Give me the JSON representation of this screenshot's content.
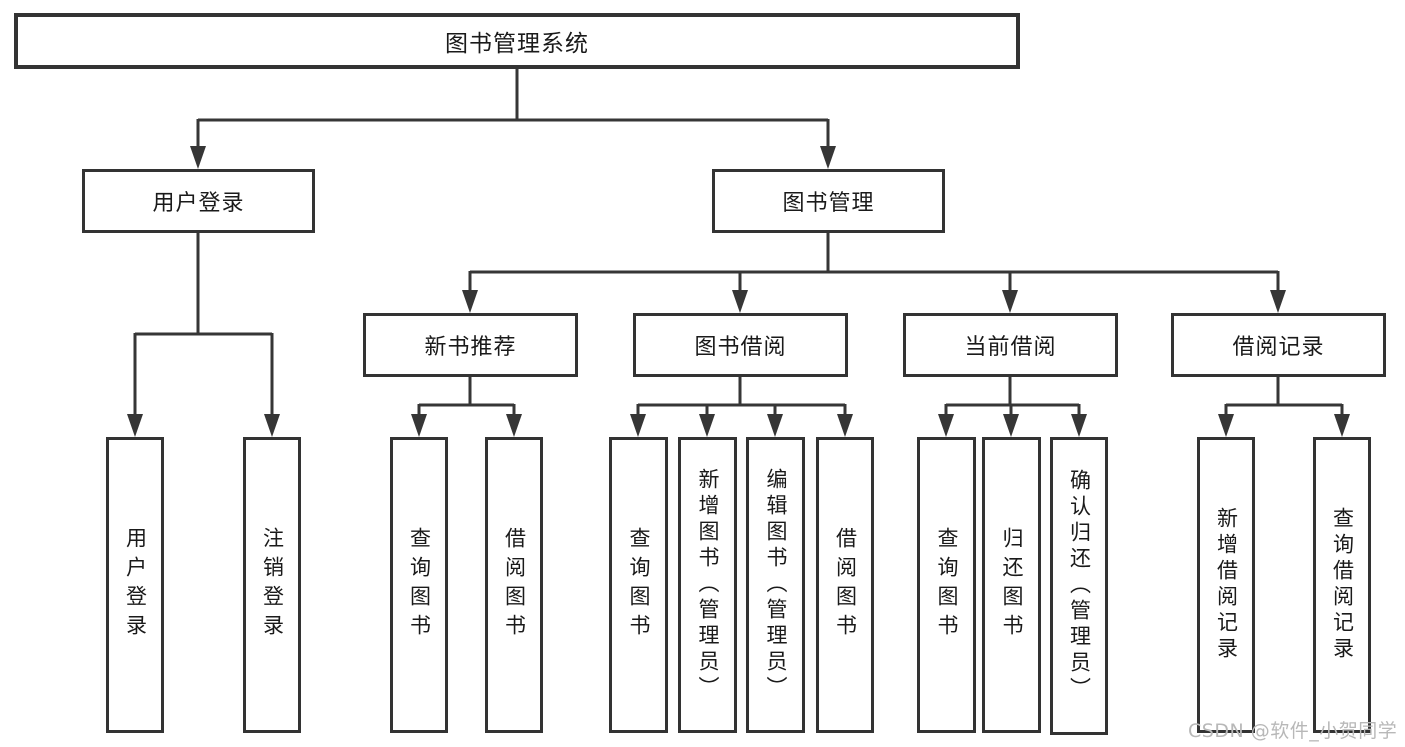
{
  "diagram": {
    "title": "图书管理系统",
    "root": {
      "label": "图书管理系统"
    },
    "level2": [
      {
        "id": "user-login",
        "label": "用户登录"
      },
      {
        "id": "book-management",
        "label": "图书管理"
      }
    ],
    "level3": [
      {
        "id": "new-book-recommend",
        "label": "新书推荐",
        "parent": "图书管理"
      },
      {
        "id": "book-borrowing",
        "label": "图书借阅",
        "parent": "图书管理"
      },
      {
        "id": "current-borrowing",
        "label": "当前借阅",
        "parent": "图书管理"
      },
      {
        "id": "borrowing-records",
        "label": "借阅记录",
        "parent": "图书管理"
      }
    ],
    "leaves": {
      "user_login": [
        {
          "label": "用户登录"
        },
        {
          "label": "注销登录"
        }
      ],
      "new_book_recommend": [
        {
          "label": "查询图书"
        },
        {
          "label": "借阅图书"
        }
      ],
      "book_borrowing": [
        {
          "label": "查询图书"
        },
        {
          "label": "新增图书（管理员）"
        },
        {
          "label": "编辑图书（管理员）"
        },
        {
          "label": "借阅图书"
        }
      ],
      "current_borrowing": [
        {
          "label": "查询图书"
        },
        {
          "label": "归还图书"
        },
        {
          "label": "确认归还（管理员）"
        }
      ],
      "borrowing_records": [
        {
          "label": "新增借阅记录"
        },
        {
          "label": "查询借阅记录"
        }
      ]
    }
  },
  "watermark": {
    "text": "CSDN @软件_小贺同学"
  },
  "colors": {
    "line": "#363636",
    "border": "#333333",
    "text": "#1a1a1a",
    "watermark_text": "#b8b8b8",
    "background": "#ffffff"
  }
}
